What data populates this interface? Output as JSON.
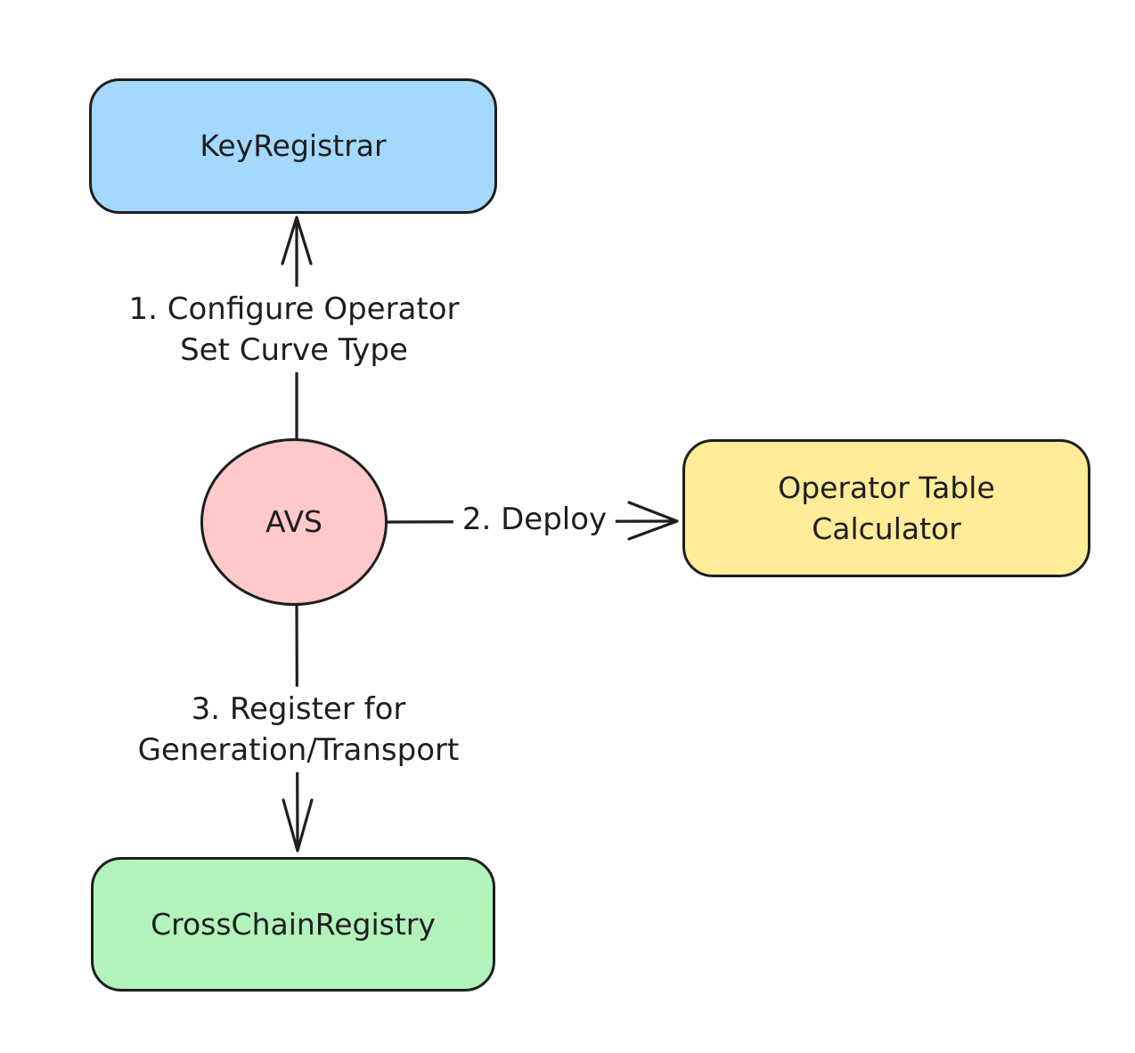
{
  "diagram": {
    "background_color": "#ffffff",
    "stroke_color": "#1e1e1e",
    "nodes": {
      "key_registrar": {
        "label": "KeyRegistrar",
        "fill": "#a5d8ff",
        "shape": "rounded-rectangle"
      },
      "avs": {
        "label": "AVS",
        "fill": "#ffc9c9",
        "shape": "ellipse"
      },
      "operator_table_calculator": {
        "label_line1": "Operator Table",
        "label_line2": "Calculator",
        "fill": "#ffec99",
        "shape": "rounded-rectangle"
      },
      "cross_chain_registry": {
        "label": "CrossChainRegistry",
        "fill": "#b2f2bb",
        "shape": "rounded-rectangle"
      }
    },
    "edges": {
      "configure_operator_set_curve_type": {
        "from": "AVS",
        "to": "KeyRegistrar",
        "label_line1": "1. Configure Operator",
        "label_line2": "Set Curve Type"
      },
      "deploy": {
        "from": "AVS",
        "to": "Operator Table Calculator",
        "label": "2. Deploy"
      },
      "register_for_generation_transport": {
        "from": "AVS",
        "to": "CrossChainRegistry",
        "label_line1": "3. Register for",
        "label_line2": "Generation/Transport"
      }
    }
  }
}
